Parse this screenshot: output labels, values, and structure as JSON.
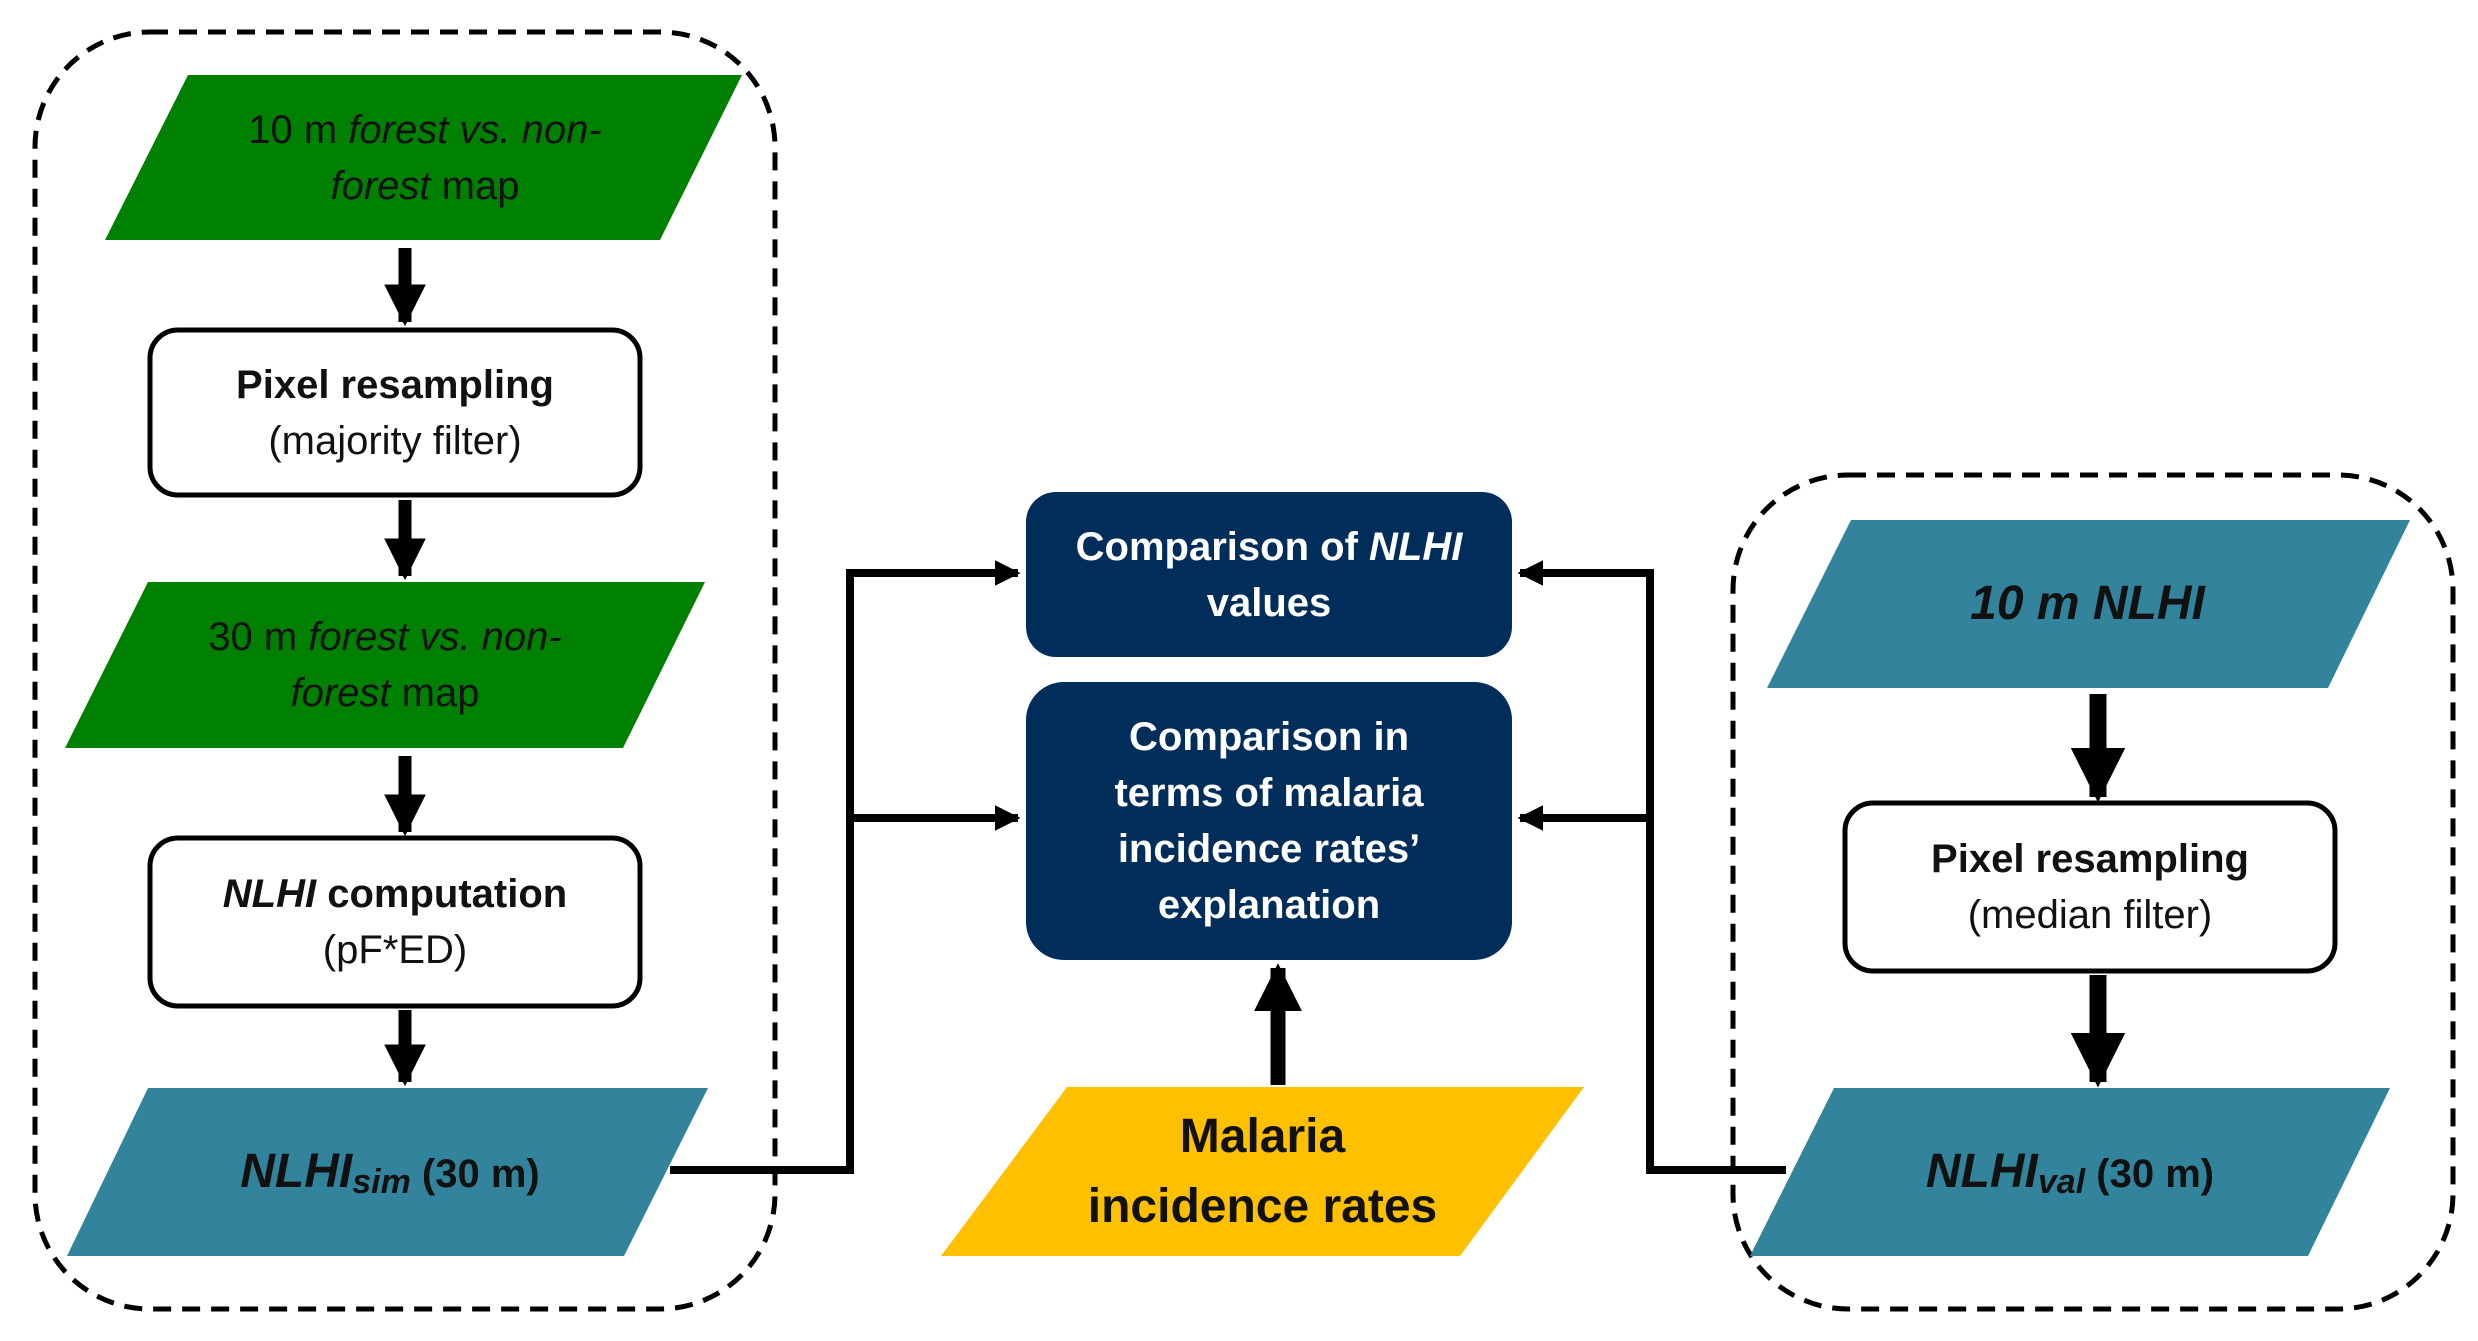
{
  "colors": {
    "green": "#008000",
    "teal": "#31849B",
    "navy": "#002D5A",
    "yellow": "#FFC000",
    "border": "#000000"
  },
  "left": {
    "input_map": {
      "l1a": "10 m ",
      "l1b": "forest vs. non-",
      "l2a": "forest",
      "l2b": " map"
    },
    "resample": {
      "title": "Pixel resampling",
      "sub": "(majority filter)"
    },
    "map30": {
      "l1a": "30 m ",
      "l1b": "forest vs. non-",
      "l2a": "forest",
      "l2b": " map"
    },
    "compute": {
      "title_a": "NLHI",
      "title_b": " computation",
      "sub": "(pF*ED)"
    },
    "output": {
      "main": "NLHI",
      "sub": "sim",
      "rest": " (30 m)"
    }
  },
  "center": {
    "cmp_values": {
      "l1a": "Comparison of ",
      "l1b": "NLHI",
      "l2": "values"
    },
    "cmp_malaria": {
      "l1": "Comparison in",
      "l2": "terms of malaria",
      "l3": "incidence rates’",
      "l4": "explanation"
    },
    "malaria": {
      "l1": "Malaria",
      "l2": "incidence rates"
    }
  },
  "right": {
    "input": {
      "text": "10 m NLHI"
    },
    "resample": {
      "title": "Pixel resampling",
      "sub": "(median filter)"
    },
    "output": {
      "main": "NLHI",
      "sub": "val",
      "rest": " (30 m)"
    }
  }
}
